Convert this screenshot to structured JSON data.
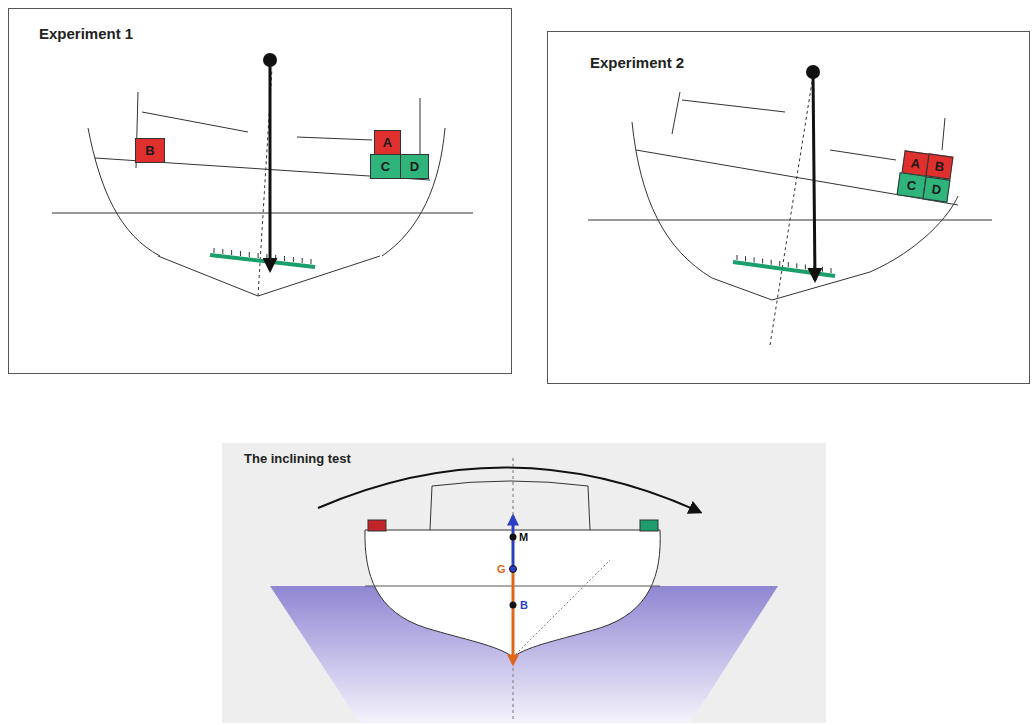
{
  "diagram": {
    "nodes": [
      {
        "text": [
          "Experiment 1"
        ]
      },
      {
        "text": [
          "B"
        ],
        "in": 0
      },
      {
        "text": [
          "A"
        ],
        "in": 0
      },
      {
        "text": [
          "C"
        ],
        "in": 0
      },
      {
        "text": [
          "D"
        ],
        "in": 0
      },
      {
        "text": [
          "Experiment 2"
        ]
      },
      {
        "text": [
          "A"
        ],
        "in": 5
      },
      {
        "text": [
          "B"
        ],
        "in": 5
      },
      {
        "text": [
          "C"
        ],
        "in": 5
      },
      {
        "text": [
          "D"
        ],
        "in": 5
      },
      {
        "text": [
          "The inclining test"
        ]
      }
    ],
    "labels": [
      "M",
      "G",
      "B"
    ]
  }
}
